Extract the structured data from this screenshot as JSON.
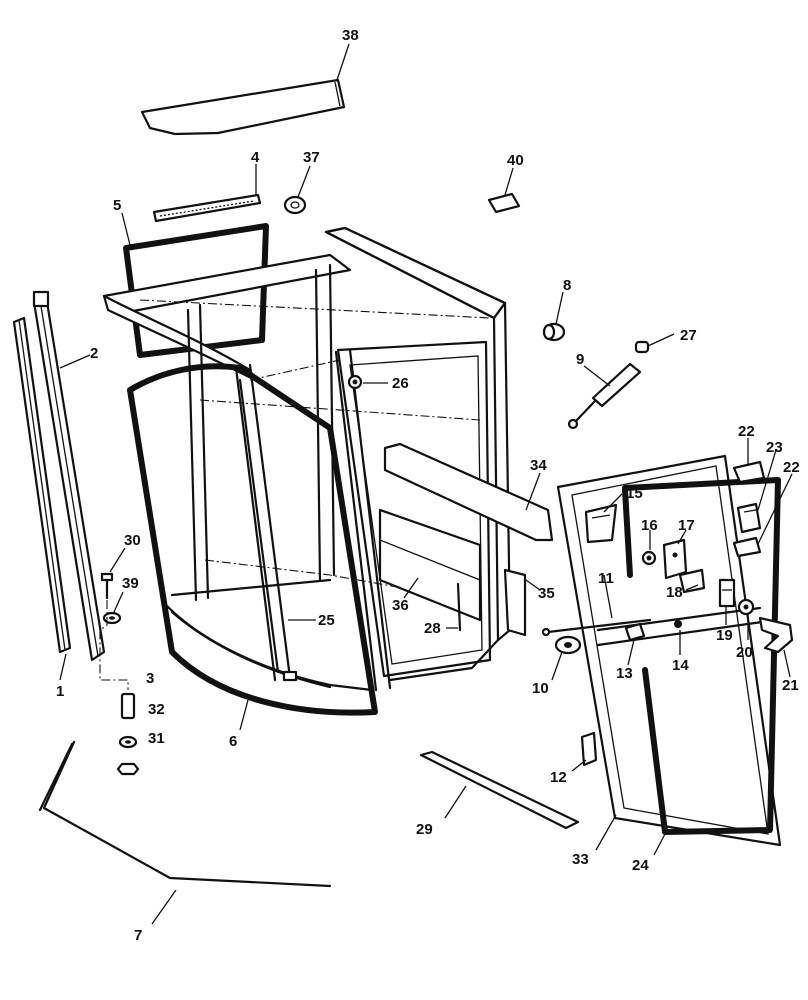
{
  "callouts": {
    "c1": "1",
    "c2": "2",
    "c3": "3",
    "c4": "4",
    "c5": "5",
    "c6": "6",
    "c7": "7",
    "c8": "8",
    "c9": "9",
    "c10": "10",
    "c11": "11",
    "c12": "12",
    "c13": "13",
    "c14": "14",
    "c15": "15",
    "c16": "16",
    "c17": "17",
    "c18": "18",
    "c19": "19",
    "c20": "20",
    "c21": "21",
    "c22a": "22",
    "c22b": "22",
    "c23": "23",
    "c24": "24",
    "c25": "25",
    "c26": "26",
    "c27": "27",
    "c28": "28",
    "c29": "29",
    "c30": "30",
    "c31": "31",
    "c32": "32",
    "c33": "33",
    "c34": "34",
    "c35": "35",
    "c36": "36",
    "c37": "37",
    "c38": "38",
    "c39": "39",
    "c40": "40"
  }
}
